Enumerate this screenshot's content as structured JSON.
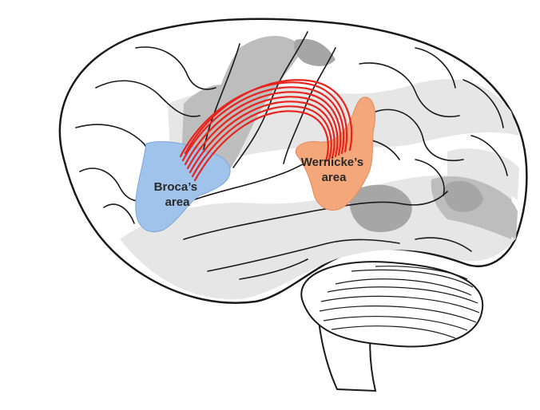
{
  "labels": {
    "broca_line1": "Broca’s",
    "broca_line2": "area",
    "wernicke_line1": "Wernicke’s",
    "wernicke_line2": "area"
  },
  "colors": {
    "outline": "#1a1a1a",
    "cortex": "#ffffff",
    "light_gray": "#e6e6e6",
    "mid_gray": "#bdbdbd",
    "dark_gray": "#a6a6a6",
    "broca_fill": "#9fc3ea",
    "wernicke_fill": "#f4a77a",
    "arcuate_fasciculus": "#e8231c"
  }
}
